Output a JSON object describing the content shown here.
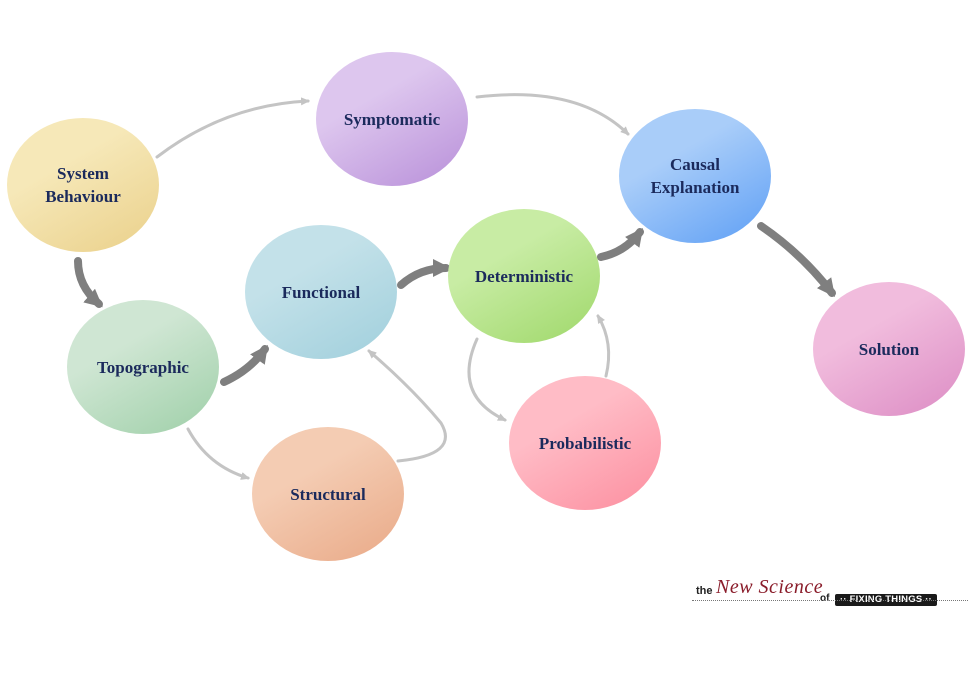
{
  "nodes": [
    {
      "id": "system",
      "label_lines": [
        "System",
        "Behaviour"
      ],
      "color_light": "#f6e8b8",
      "color_dark": "#ead08a"
    },
    {
      "id": "symptomatic",
      "label_lines": [
        "Symptomatic"
      ],
      "color_light": "#ddc6ee",
      "color_dark": "#b88fd9"
    },
    {
      "id": "causal",
      "label_lines": [
        "Causal",
        "Explanation"
      ],
      "color_light": "#a9cdf9",
      "color_dark": "#5e9ff5"
    },
    {
      "id": "topographic",
      "label_lines": [
        "Topographic"
      ],
      "color_light": "#cfe6d3",
      "color_dark": "#9ecfa8"
    },
    {
      "id": "functional",
      "label_lines": [
        "Functional"
      ],
      "color_light": "#c3e1e9",
      "color_dark": "#a0cfdc"
    },
    {
      "id": "deterministic",
      "label_lines": [
        "Deterministic"
      ],
      "color_light": "#c8eca4",
      "color_dark": "#9fd86a"
    },
    {
      "id": "structural",
      "label_lines": [
        "Structural"
      ],
      "color_light": "#f4ccb3",
      "color_dark": "#e9a987"
    },
    {
      "id": "probabilistic",
      "label_lines": [
        "Probabilistic"
      ],
      "color_light": "#ffbcc6",
      "color_dark": "#fc8e9f"
    },
    {
      "id": "solution",
      "label_lines": [
        "Solution"
      ],
      "color_light": "#f1bcdd",
      "color_dark": "#dc8cc4"
    }
  ],
  "edges": [
    {
      "from": "system",
      "to": "symptomatic",
      "style": "light"
    },
    {
      "from": "symptomatic",
      "to": "causal",
      "style": "light"
    },
    {
      "from": "system",
      "to": "topographic",
      "style": "heavy"
    },
    {
      "from": "topographic",
      "to": "functional",
      "style": "heavy"
    },
    {
      "from": "topographic",
      "to": "structural",
      "style": "light"
    },
    {
      "from": "structural",
      "to": "functional",
      "style": "light"
    },
    {
      "from": "functional",
      "to": "deterministic",
      "style": "heavy"
    },
    {
      "from": "deterministic",
      "to": "probabilistic",
      "style": "light"
    },
    {
      "from": "probabilistic",
      "to": "deterministic",
      "style": "light"
    },
    {
      "from": "deterministic",
      "to": "causal",
      "style": "heavy"
    },
    {
      "from": "causal",
      "to": "solution",
      "style": "heavy"
    }
  ],
  "colors": {
    "label_text": "#1b2a5c",
    "light_arrow": "#c4c4c4",
    "heavy_arrow": "#7f7f7f"
  },
  "logo": {
    "the": "the",
    "new_science": "New Science",
    "of": "of",
    "badge": "·· FIXING THINGS ··"
  }
}
